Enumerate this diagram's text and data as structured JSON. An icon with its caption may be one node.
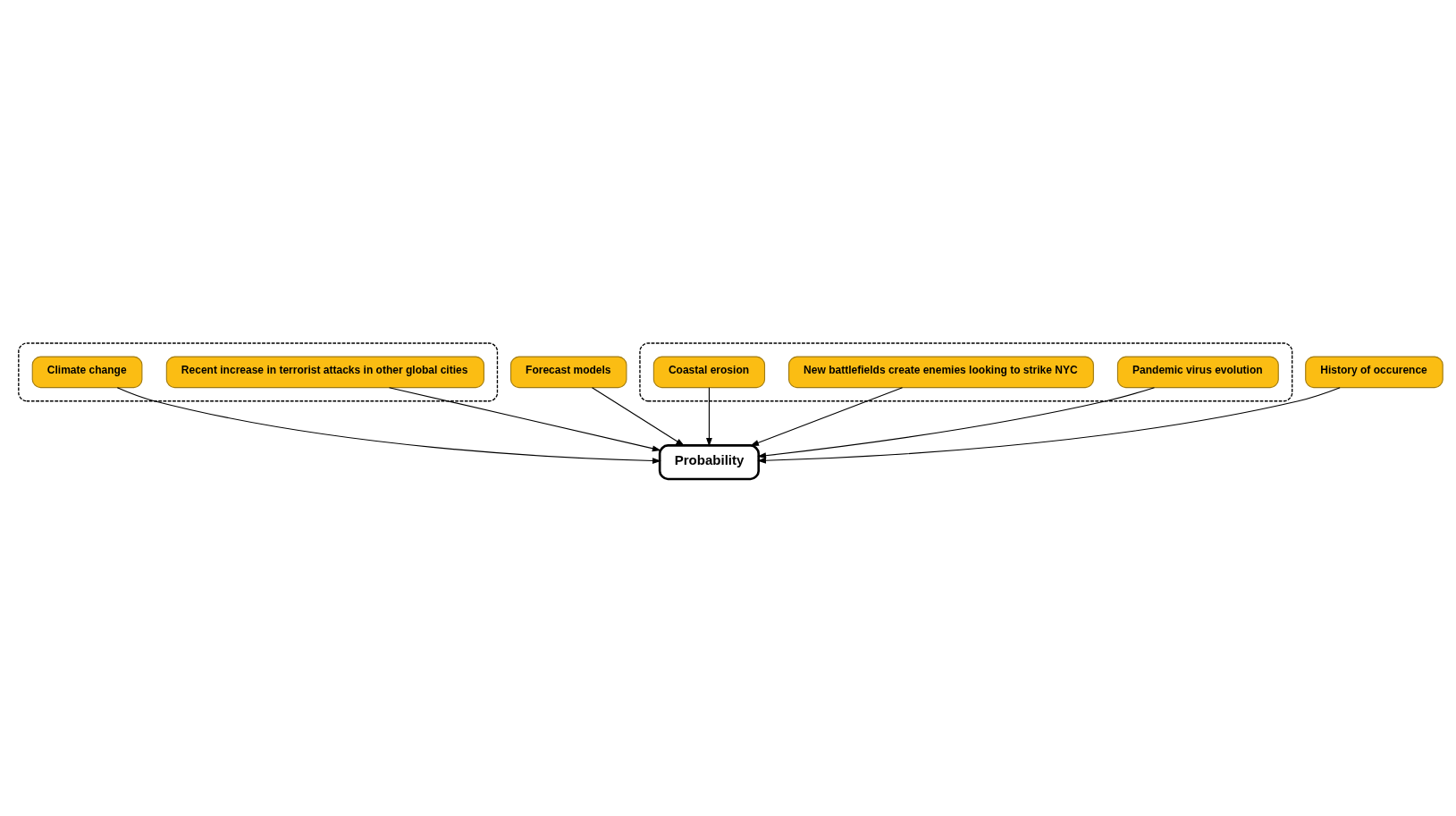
{
  "diagram": {
    "nodes": [
      {
        "text": [],
        "shape": "box"
      },
      {
        "text": [
          "Recent increase in terrorist attacks in other global cities"
        ],
        "in": 0
      },
      {
        "text": [
          "Climate change"
        ],
        "in": 0
      },
      {
        "text": [
          "Forecast models"
        ]
      },
      {
        "text": [],
        "shape": "box"
      },
      {
        "text": [
          "Pandemic virus evolution"
        ],
        "in": 4
      },
      {
        "text": [
          "Probability"
        ]
      },
      {
        "text": [
          "New battlefields create enemies looking to strike NYC"
        ],
        "in": 4
      },
      {
        "text": [
          "History of occurence"
        ]
      },
      {
        "text": [
          "Coastal erosion"
        ],
        "in": 4
      }
    ],
    "edges": [
      {
        "from": 1,
        "to": 6,
        "arrow": "to"
      },
      {
        "from": 3,
        "to": 6,
        "arrow": "to"
      },
      {
        "from": 2,
        "to": 6,
        "arrow": "to"
      },
      {
        "from": 5,
        "to": 6,
        "arrow": "to"
      },
      {
        "from": 7,
        "to": 6,
        "arrow": "to"
      },
      {
        "from": 8,
        "to": 6,
        "arrow": "to"
      },
      {
        "from": 9,
        "to": 6,
        "arrow": "to"
      }
    ]
  }
}
